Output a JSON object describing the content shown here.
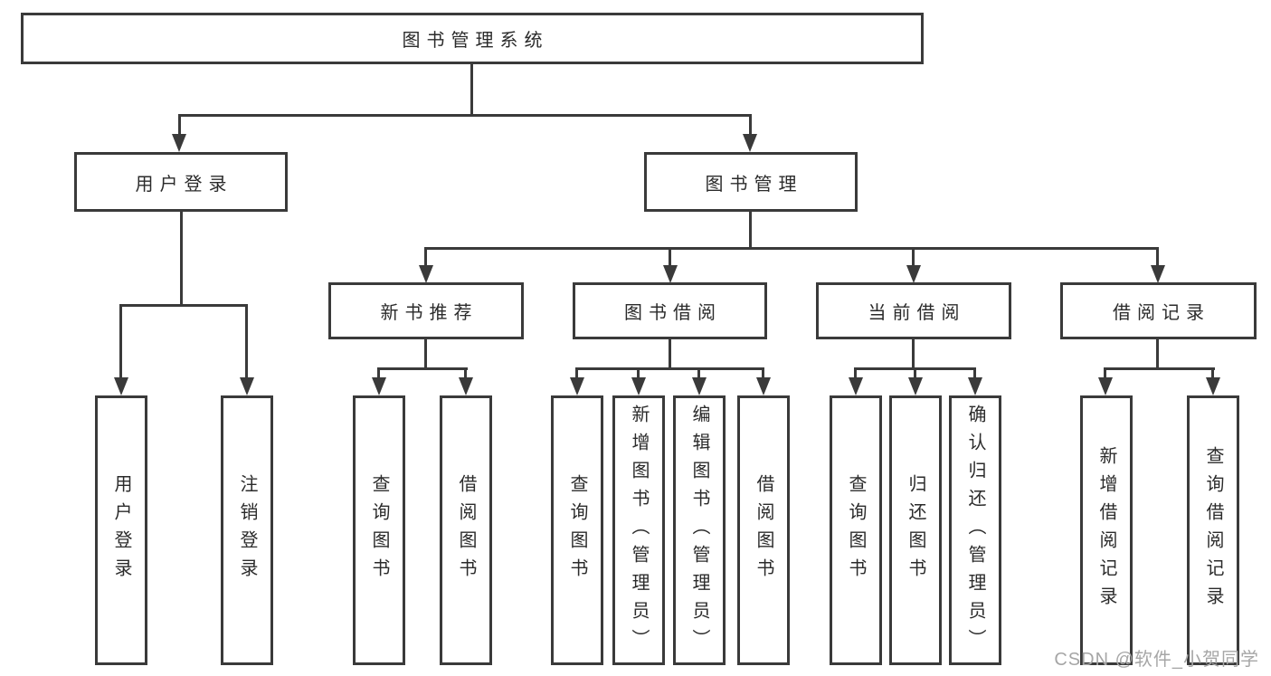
{
  "watermark": "CSDN @软件_小贺同学",
  "colors": {
    "line": "#3a3a3a",
    "text": "#2b2b2b",
    "background": "#ffffff",
    "watermark": "#a6a6a6"
  },
  "nodes": {
    "root": {
      "label": "图书管理系统"
    },
    "user_login": {
      "label": "用户登录"
    },
    "book_management": {
      "label": "图书管理"
    },
    "new_book_recommend": {
      "label": "新书推荐"
    },
    "book_borrowing": {
      "label": "图书借阅"
    },
    "current_borrowing": {
      "label": "当前借阅"
    },
    "borrowing_records": {
      "label": "借阅记录"
    },
    "leaf_user_login": {
      "label": "用户登录"
    },
    "leaf_logout": {
      "label": "注销登录"
    },
    "leaf_recommend_query_book": {
      "label": "查询图书"
    },
    "leaf_recommend_borrow_book": {
      "label": "借阅图书"
    },
    "leaf_borrowing_query_book": {
      "label": "查询图书"
    },
    "leaf_add_book_admin": {
      "label": "新增图书（管理员）"
    },
    "leaf_edit_book_admin": {
      "label": "编辑图书（管理员）"
    },
    "leaf_borrowing_borrow_book": {
      "label": "借阅图书"
    },
    "leaf_current_query_book": {
      "label": "查询图书"
    },
    "leaf_return_book": {
      "label": "归还图书"
    },
    "leaf_confirm_return_admin": {
      "label": "确认归还（管理员）"
    },
    "leaf_add_borrow_record": {
      "label": "新增借阅记录"
    },
    "leaf_query_borrow_record": {
      "label": "查询借阅记录"
    }
  }
}
